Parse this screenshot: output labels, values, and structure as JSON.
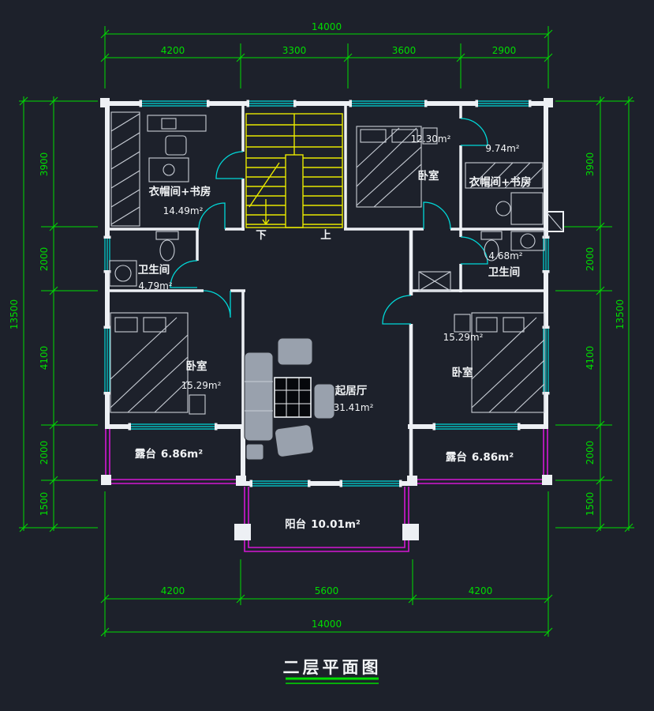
{
  "title": "二层平面图",
  "colors": {
    "bg": "#1d212b",
    "green": "#00dd00",
    "wall": "#edf0f4",
    "cyan": "#00d8d8",
    "yellow": "#e8e800",
    "magenta": "#d319d3",
    "textc": "#f2f4f6",
    "gray": "#c9ced6"
  },
  "dimensions": {
    "top": {
      "overall": "14000",
      "segments": [
        "4200",
        "3300",
        "3600",
        "2900"
      ]
    },
    "bottom": {
      "overall": "14000",
      "segments": [
        "4200",
        "5600",
        "4200"
      ]
    },
    "left": {
      "overall": "13500",
      "segments": [
        "3900",
        "2000",
        "4100",
        "2000",
        "1500"
      ]
    },
    "right": {
      "overall": "13500",
      "segments": [
        "3900",
        "2000",
        "4100",
        "2000",
        "1500"
      ]
    }
  },
  "rooms": [
    {
      "name": "衣帽间+书房",
      "area": "14.49m²"
    },
    {
      "name": "卧室",
      "area": "12.30m²"
    },
    {
      "name": "衣帽间+书房",
      "area": "9.74m²"
    },
    {
      "name": "卫生间",
      "area": "4.79m²"
    },
    {
      "name": "卫生间",
      "area": "4.68m²"
    },
    {
      "name": "卧室",
      "area": "15.29m²"
    },
    {
      "name": "起居厅",
      "area": "31.41m²"
    },
    {
      "name": "卧室",
      "area": "15.29m²"
    },
    {
      "name": "露台",
      "area": "6.86m²"
    },
    {
      "name": "露台",
      "area": "6.86m²"
    },
    {
      "name": "阳台",
      "area": "10.01m²"
    }
  ],
  "stairs": {
    "down": "下",
    "up": "上"
  }
}
